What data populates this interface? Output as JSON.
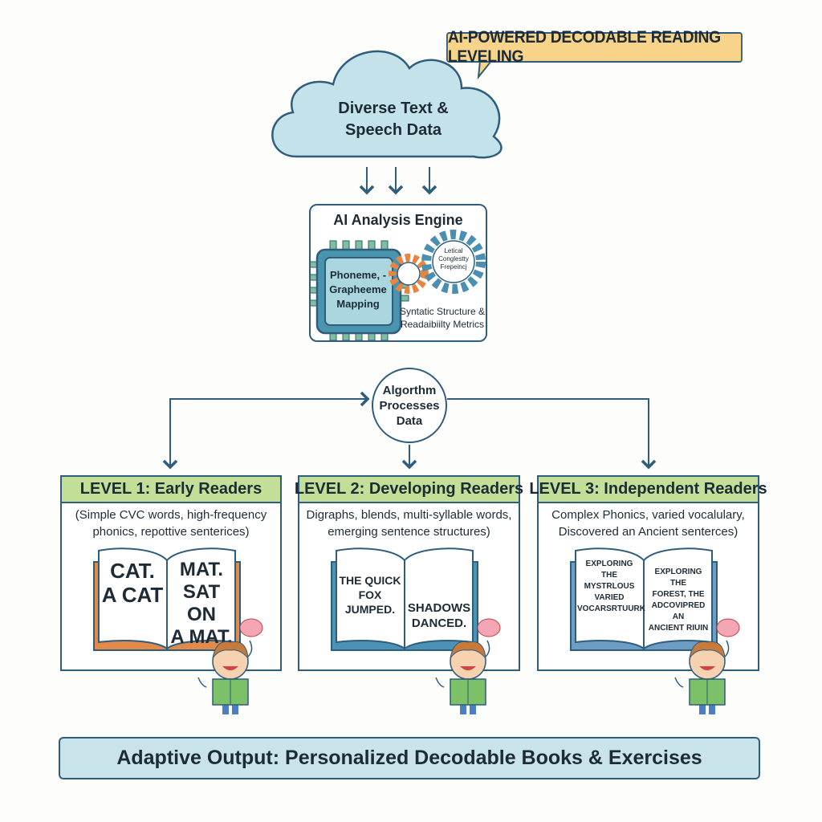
{
  "callout": "AI-POWERED DECODABLE READING LEVELING",
  "cloud": {
    "line1": "Diverse Text &",
    "line2": "Speech Data"
  },
  "engine": {
    "title": "AI Analysis Engine",
    "chip": "Phoneme, -Grapheeme Mapping",
    "gear": "Letical Conglestty Frepeincj",
    "metrics": "Syntatic Structure & Readaibiilty Metrics"
  },
  "algorithm": "Algorthm Processes Data",
  "levels": [
    {
      "title": "LEVEL 1: Early Readers",
      "desc": "(Simple CVC words, high-frequency phonics, repottive senterices)",
      "left_page": "CAT.\nA CAT",
      "right_page": "MAT.\nSAT ON\nA MAT.",
      "book_color": "#e38a4b"
    },
    {
      "title": "LEVEL 2: Developing Readers",
      "desc": "Digraphs, blends, multi-syllable words, emerging sentence structures)",
      "left_page": "THE QUICK\nFOX JUMPED.",
      "right_page": "SHADOWS\nDANCED.",
      "book_color": "#4a93b4"
    },
    {
      "title": "LEVEL 3: Independent Readers",
      "desc": "Complex Phonics, varied vocalulary, Discovered an Ancient senterces)",
      "left_page": "EXPLORING THE\nMYSTRLOUS\nVARIED\nVOCARSRTUURK",
      "right_page": "EXPLORING THE\nFOREST, THE\nADCOVIPRED AN\nANCIENT RIUIN",
      "book_color": "#6d9cc4"
    }
  ],
  "output": "Adaptive Output: Personalized Decodable Books & Exercises",
  "colors": {
    "stroke": "#2f5d7c",
    "cloud": "#c4e2ea",
    "header_green": "#c3de97",
    "callout": "#f7d48a",
    "gear_orange": "#e8843f",
    "gear_blue": "#4a8fb0"
  }
}
